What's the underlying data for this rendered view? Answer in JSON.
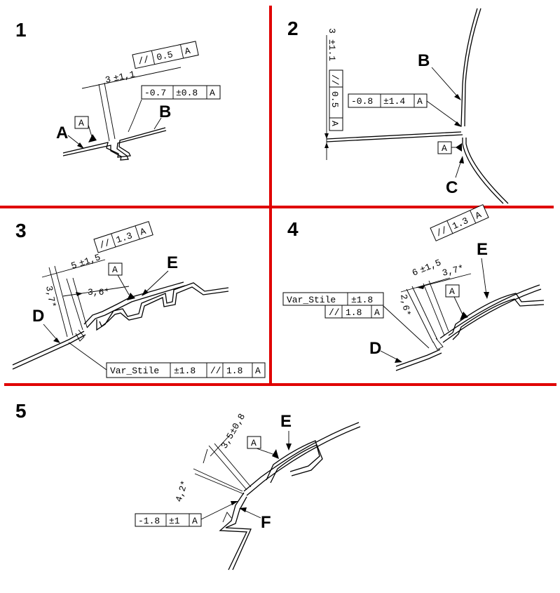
{
  "colors": {
    "divider": "#e00000",
    "ink": "#000000"
  },
  "panels": [
    {
      "number": "1",
      "labels": [
        "A",
        "B"
      ],
      "datum": "A",
      "dimension": {
        "value": "3",
        "tol": "±1,1"
      },
      "parallel_frame": {
        "symbol": "//",
        "tol": "0.5",
        "datum": "A"
      },
      "profile_frame": {
        "value": "-0.7",
        "tol": "±0.8",
        "datum": "A"
      }
    },
    {
      "number": "2",
      "labels": [
        "B",
        "C"
      ],
      "datum": "A",
      "dimension": {
        "value": "3",
        "tol": "±1.1"
      },
      "parallel_frame": {
        "symbol": "//",
        "tol": "0.5",
        "datum": "A"
      },
      "profile_frame": {
        "value": "-0.8",
        "tol": "±1.4",
        "datum": "A"
      }
    },
    {
      "number": "3",
      "labels": [
        "D",
        "E"
      ],
      "datum": "A",
      "dimension_1": {
        "value": "5",
        "tol": "±1,5"
      },
      "dimension_2": {
        "value": "3,7*"
      },
      "dimension_3": {
        "value": "3,6*"
      },
      "parallel_frame": {
        "symbol": "//",
        "tol": "1.3",
        "datum": "A"
      },
      "profile_frame": {
        "name": "Var_Stile",
        "tol": "±1.8",
        "symbol": "//",
        "tol2": "1.8",
        "datum": "A"
      }
    },
    {
      "number": "4",
      "labels": [
        "D",
        "E"
      ],
      "datum": "A",
      "dimension_1": {
        "value": "6",
        "tol": "±1,5"
      },
      "dimension_2": {
        "value": "3,7*"
      },
      "dimension_3": {
        "value": "2,6*"
      },
      "parallel_frame": {
        "symbol": "//",
        "tol": "1.3",
        "datum": "A"
      },
      "profile_frame": {
        "name": "Var_Stile",
        "tol": "±1.8"
      },
      "parallel_frame_2": {
        "symbol": "//",
        "tol": "1.8",
        "datum": "A"
      }
    },
    {
      "number": "5",
      "labels": [
        "E",
        "F"
      ],
      "datum": "A",
      "dimension_1": {
        "value": "3,5",
        "tol": "±0,8"
      },
      "dimension_2": {
        "value": "4,2*"
      },
      "profile_frame": {
        "value": "-1.8",
        "tol": "±1",
        "datum": "A"
      }
    }
  ]
}
